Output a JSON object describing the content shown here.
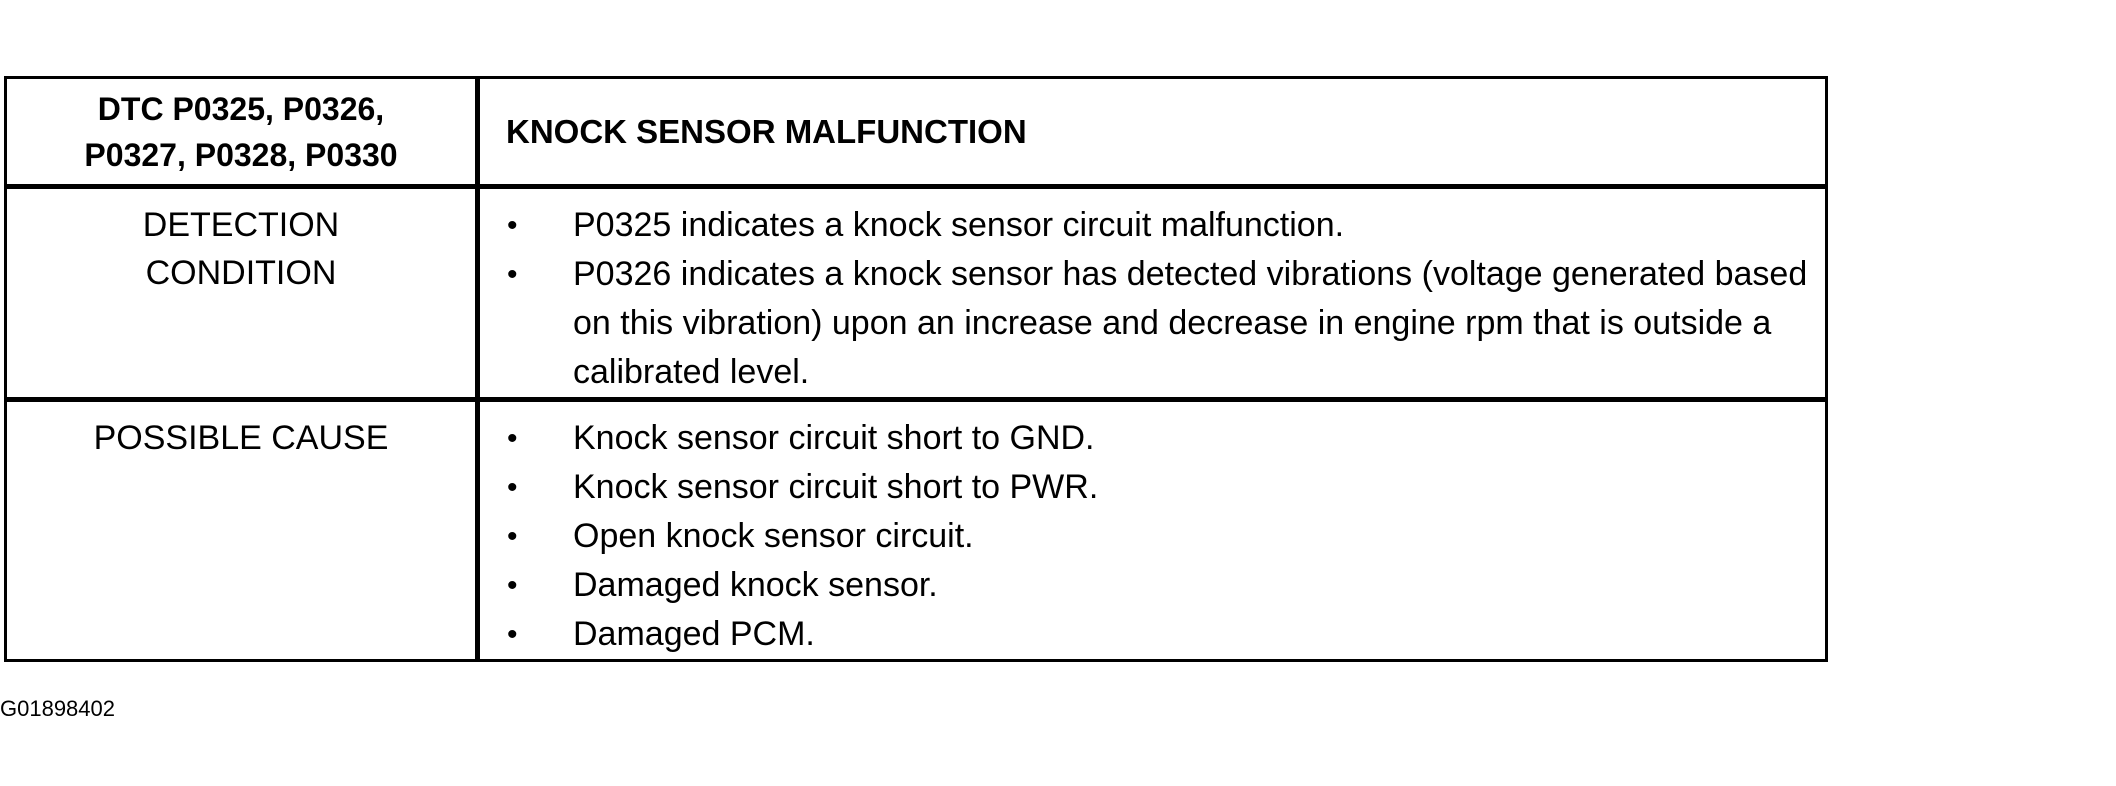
{
  "header": {
    "dtc_codes": [
      "DTC P0325, P0326,",
      "P0327, P0328, P0330"
    ],
    "title": "KNOCK SENSOR MALFUNCTION"
  },
  "rows": [
    {
      "label": [
        "DETECTION",
        "CONDITION"
      ],
      "bullets": [
        "P0325 indicates a knock sensor circuit malfunction.",
        "P0326 indicates a knock sensor has detected vibrations (voltage generated based on this vibration) upon an increase and decrease in engine rpm that is outside a calibrated level."
      ]
    },
    {
      "label": [
        "POSSIBLE CAUSE"
      ],
      "bullets": [
        "Knock sensor circuit short to GND.",
        "Knock sensor circuit short to PWR.",
        "Open knock sensor circuit.",
        "Damaged knock sensor.",
        "Damaged PCM."
      ]
    }
  ],
  "bullet_glyph": "•",
  "figure_id": "G01898402"
}
